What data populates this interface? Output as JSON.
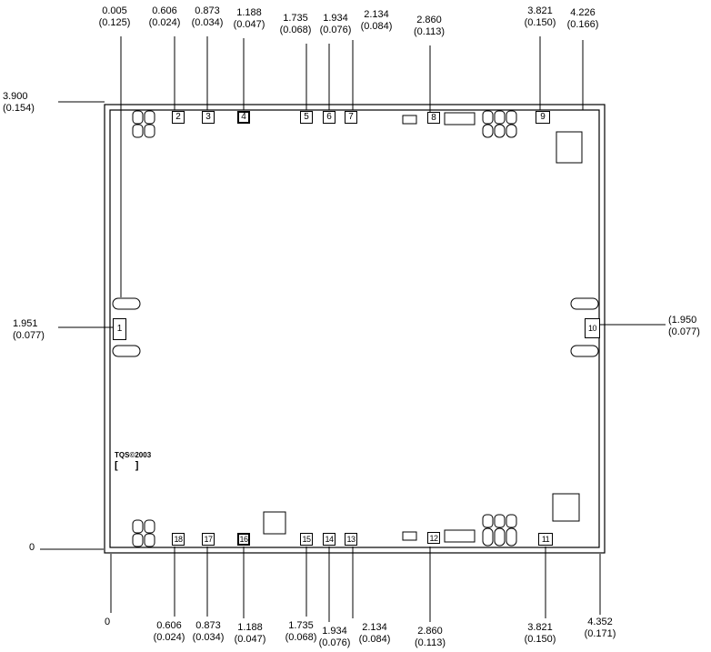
{
  "drawing": {
    "copyright": "TQS©2003",
    "bracket_left": "[",
    "bracket_right": "]"
  },
  "pads": [
    "1",
    "2",
    "3",
    "4",
    "5",
    "6",
    "7",
    "8",
    "9",
    "10",
    "11",
    "12",
    "13",
    "14",
    "15",
    "16",
    "17",
    "18"
  ],
  "dimensions": {
    "top": [
      {
        "mm": "0.005",
        "in": "(0.125)"
      },
      {
        "mm": "0.606",
        "in": "(0.024)"
      },
      {
        "mm": "0.873",
        "in": "(0.034)"
      },
      {
        "mm": "1.188",
        "in": "(0.047)"
      },
      {
        "mm": "1.735",
        "in": "(0.068)"
      },
      {
        "mm": "1.934",
        "in": "(0.076)"
      },
      {
        "mm": "2.134",
        "in": "(0.084)"
      },
      {
        "mm": "2.860",
        "in": "(0.113)"
      },
      {
        "mm": "3.821",
        "in": "(0.150)"
      },
      {
        "mm": "4.226",
        "in": "(0.166)"
      }
    ],
    "bottom": [
      {
        "mm": "0",
        "in": ""
      },
      {
        "mm": "0.606",
        "in": "(0.024)"
      },
      {
        "mm": "0.873",
        "in": "(0.034)"
      },
      {
        "mm": "1.188",
        "in": "(0.047)"
      },
      {
        "mm": "1.735",
        "in": "(0.068)"
      },
      {
        "mm": "1.934",
        "in": "(0.076)"
      },
      {
        "mm": "2.134",
        "in": "(0.084)"
      },
      {
        "mm": "2.860",
        "in": "(0.113)"
      },
      {
        "mm": "3.821",
        "in": "(0.150)"
      },
      {
        "mm": "4.352",
        "in": "(0.171)"
      }
    ],
    "left": [
      {
        "mm": "3.900",
        "in": "(0.154)"
      },
      {
        "mm": "1.951",
        "in": "(0.077)"
      },
      {
        "mm": "0",
        "in": ""
      }
    ],
    "right": [
      {
        "mm": "(1.950",
        "in": "(0.077)"
      }
    ]
  }
}
